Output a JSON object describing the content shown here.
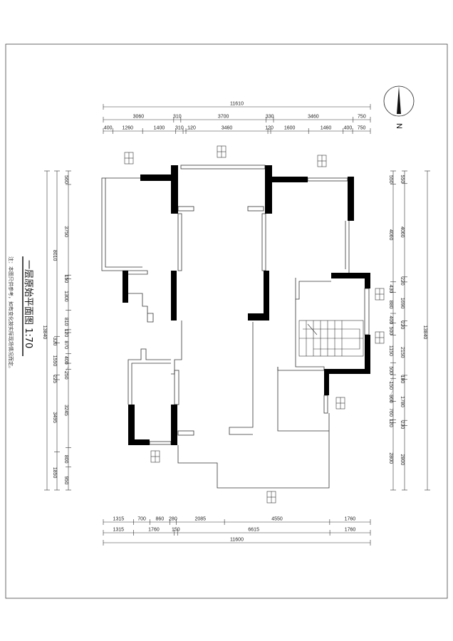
{
  "drawing": {
    "title": "一层原始平面图 1:70",
    "note": "注：本图只供参考，如有变化按实际现场情况而定。",
    "north_label": "N",
    "scale": "1:70"
  },
  "dimensions": {
    "top_total": [
      "11610"
    ],
    "top_mid": [
      "3060",
      "310",
      "3700",
      "330",
      "3460",
      "750"
    ],
    "top_inner": [
      "400",
      "1260",
      "1400",
      "310",
      "120",
      "3460",
      "120",
      "1600",
      "1460",
      "400",
      "750"
    ],
    "bottom_inner": [
      "1315",
      "700",
      "860",
      "280",
      "2085",
      "4550",
      "1760"
    ],
    "bottom_mid": [
      "1315",
      "1760",
      "150",
      "6615",
      "1760"
    ],
    "bottom_total": [
      "11600"
    ],
    "left_total": [
      "13840"
    ],
    "left_mid": [
      "8010",
      "320",
      "1550",
      "225",
      "3495",
      "1850"
    ],
    "left_inner": [
      "560",
      "3750",
      "150",
      "1300",
      "810",
      "120",
      "870",
      "400",
      "250",
      "3245",
      "800",
      "950"
    ],
    "right_inner": [
      "550",
      "4060",
      "430",
      "880",
      "400",
      "500",
      "1150",
      "500",
      "150",
      "960",
      "760",
      "120",
      "2800"
    ],
    "right_mid": [
      "550",
      "4060",
      "220",
      "1690",
      "220",
      "2150",
      "180",
      "1780",
      "230",
      "2800"
    ],
    "right_total": [
      "13840"
    ]
  }
}
